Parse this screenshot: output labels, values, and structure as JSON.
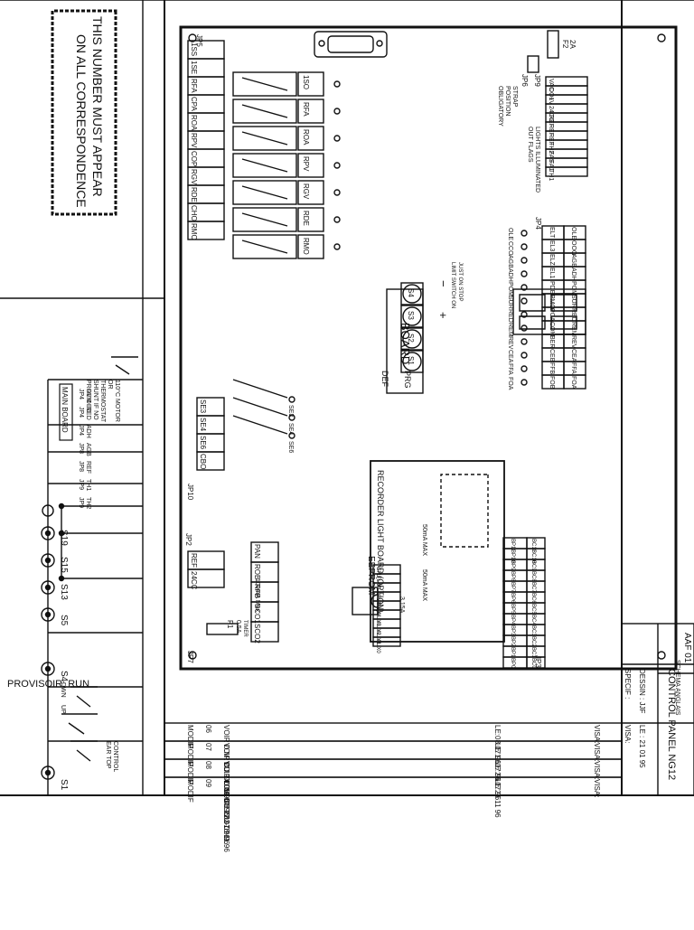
{
  "notice": {
    "line1": "THIS NUMBER MUST APPEAR",
    "line2": "ON ALL CORRESPONDENCE"
  },
  "header_fragment": "PROVISOIR: RUN",
  "left_circuit": {
    "s1": "S1",
    "s4": "S4",
    "s5": "S5",
    "s13": "S13",
    "s15": "S15",
    "s19": "S19",
    "up": "UP",
    "dwn": "DWN",
    "ear_top": "EAR TOP",
    "control": "CONTROL",
    "main_board": "MAIN BOARD",
    "jp_row": [
      "JP4",
      "JP4",
      "JP4",
      "JP8",
      "JP8",
      "JP9",
      "JP9"
    ],
    "sig_row": [
      "REM",
      "RED",
      "ADH",
      "AGB",
      "REF",
      "TH1",
      "TH2"
    ],
    "motor_note": [
      "110°C MOTOR",
      "OR",
      "THERMOSTAT",
      "SHUNT IF NO",
      "PROVIDED"
    ]
  },
  "board": {
    "title": "BOARD",
    "jp5": "JP5",
    "jp2": "JP2",
    "jp3": "JP3",
    "jp4": "JP4",
    "jp6": "JP6",
    "jp7": "JP7",
    "jp9": "JP9",
    "jp10": "JP10",
    "f1": "F1",
    "f1_rating": "0.5A",
    "f1_type": "TIMER",
    "f2": "F2",
    "f2_rating": "2A",
    "top_terminals": [
      "RMO",
      "CHO",
      "RDE",
      "RGV",
      "COP",
      "RPV",
      "ROA",
      "CPA",
      "RFA",
      "1SE",
      "1SS"
    ],
    "relay_labels": [
      "RMO",
      "RDE",
      "RGV",
      "RPV",
      "ROA",
      "RFA",
      "1SO"
    ],
    "jp9_terminals": [
      "VAC",
      "DO1",
      "+V",
      "24CC",
      "REF",
      "REF",
      "REF",
      "TH2",
      "FAS",
      "FA1",
      "TH1"
    ],
    "jp4_terminals": [
      "OLE",
      "ELT",
      "OOO",
      "EL3",
      "AGB",
      "ELZ",
      "ADH",
      "EL1",
      "POM",
      "PDE",
      "SUR",
      "PMO",
      "RED",
      "PCA",
      "REM",
      "COM",
      "REV",
      "BER",
      "CEA",
      "CEB",
      "FFA",
      "FFB",
      "FOA",
      "FOB"
    ],
    "jp4_led_labels": [
      "OLE",
      "CCO",
      "AGB",
      "ADH",
      "POM",
      "SUR",
      "RED",
      "REM",
      "REV",
      "CEA",
      "FFA",
      "FOA"
    ],
    "jp10_terminals": [
      "SE3",
      "SE4",
      "SE6",
      "CBO"
    ],
    "se_switches": [
      "SE3",
      "SE4",
      "SE6"
    ],
    "jp2_terminals": [
      "REF",
      "24CC"
    ],
    "buttons": [
      "S1",
      "S2",
      "S3",
      "S4"
    ],
    "def": "DEF",
    "prg": "PRG",
    "plus": "+",
    "minus": "−",
    "just_note": [
      "JUST ON STOP",
      "LIMIT SWITCH ON"
    ],
    "strap_note": [
      "STRAP",
      "POSITION",
      "OBLIGATORY"
    ],
    "lights_note": [
      "LIGHTS ILLUMINATED",
      "OUT FLAGS"
    ],
    "jp7_terminals": [
      "PAN",
      "ROB",
      "RFB",
      "SCO1",
      "SCO2"
    ],
    "jp7_max": "100mA Max",
    "eeprom_left": "EEPROM",
    "eeprom_right": "EPROM",
    "recorder_title": "RECORDER LIGHT BOARD (OPTION)",
    "recorder_current1": "50mA MAX",
    "recorder_current2": "50mA MAX",
    "recorder_fuse": "3.15A",
    "recorder_terminals": [
      "CFL",
      "FLM",
      "FLD",
      "AUX5",
      "AUX4",
      "AUX3",
      "AUX2",
      "AUX1",
      "AUX0"
    ],
    "jp3_bp": [
      "BP11",
      "BP10",
      "BP9",
      "BP8",
      "BP7",
      "BP6",
      "BP5",
      "BP4",
      "BP3",
      "BP2",
      "BP1",
      "BP0"
    ],
    "jp3_bc": [
      "BC11",
      "BC10",
      "BC9",
      "BC8",
      "BC7",
      "BC6",
      "BC5",
      "BC4",
      "BC3",
      "BC2",
      "BC1",
      "BC0"
    ]
  },
  "revisions": [
    {
      "code": "MODIF",
      "num": "06",
      "text": "VOIR D.M. DU 14.06.96 ET 03-07-96",
      "le": "LE:08 07 96",
      "visa": "VISA:"
    },
    {
      "code": "MODIF",
      "num": "07",
      "text": "VOIR C.I. DU 11.07.96",
      "le": "LE:11 07 96",
      "visa": "VISA:"
    },
    {
      "code": "MODIF",
      "num": "08",
      "text": "VOIR D.M. DU 22.07.96",
      "le": "LE:25 07 96",
      "visa": "VISA:"
    },
    {
      "code": "MODIF",
      "num": "09",
      "text": "VOIR C.I. DU 18.11.96",
      "le": "LE:25 11 96",
      "visa": "VISA:"
    }
  ],
  "title_block": {
    "specif": "SPECIF :",
    "dessin": "DESSIN : JJF",
    "le": "LE : 21 01 95",
    "visa": "VISA:",
    "title": "CONTROL PANEL NG12",
    "schema": "SCHEMA ANGLAIS",
    "ref": "AAF 01"
  }
}
